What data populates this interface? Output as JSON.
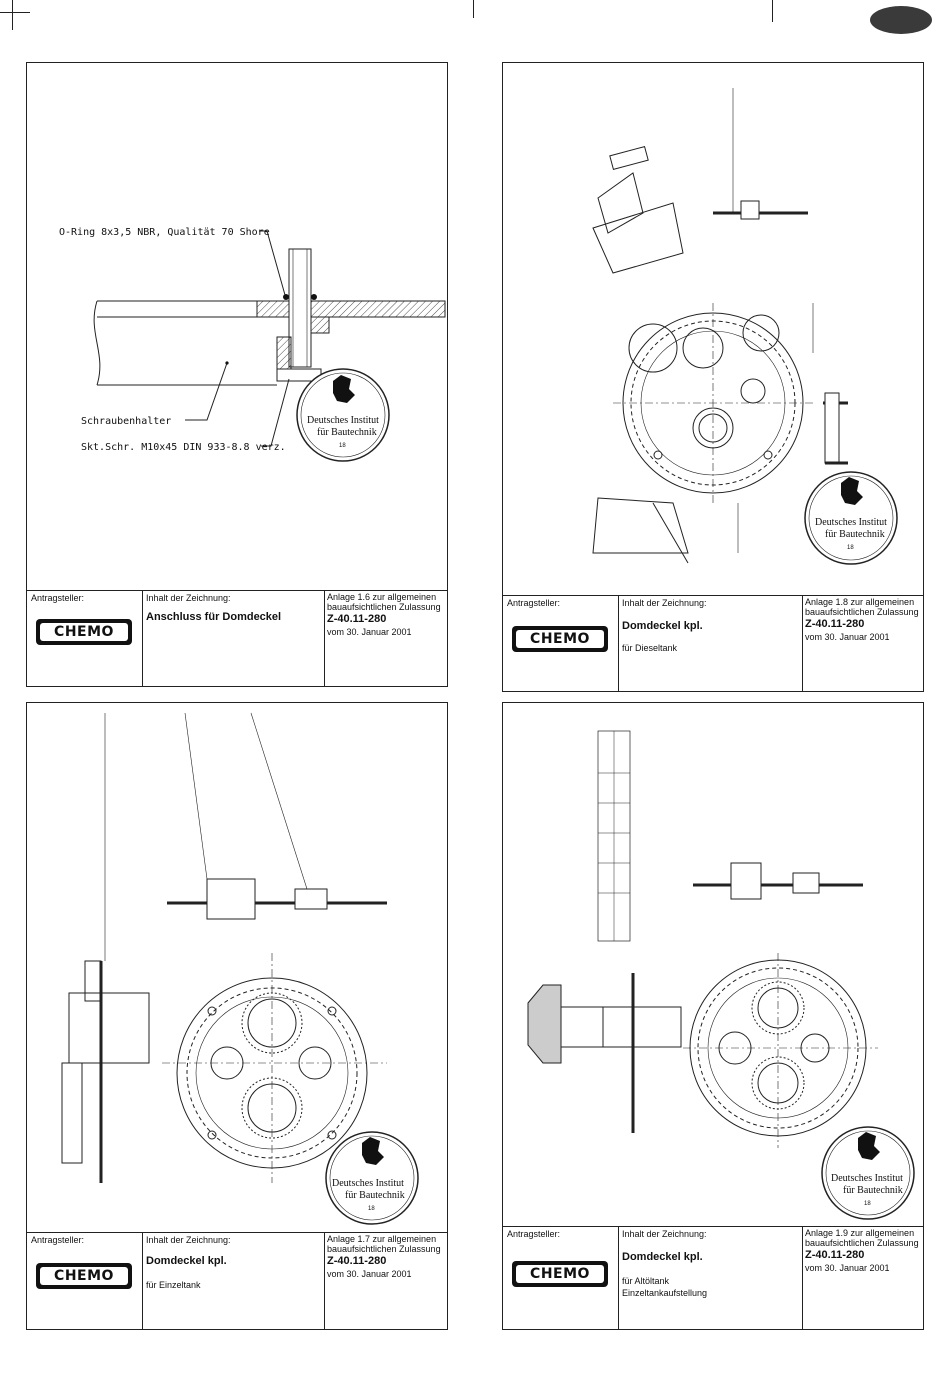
{
  "sheets": [
    {
      "applicant_label": "Antragsteller:",
      "logo": "CHEMO",
      "content_label": "Inhalt der Zeichnung:",
      "title": "Anschluss für Domdeckel",
      "subtitle": "",
      "subtitle2": "",
      "annex": "Anlage 1.6 zur allgemeinen",
      "annex2": "bauaufsichtlichen Zulassung",
      "approval": "Z-40.11-280",
      "date": "vom 30. Januar 2001",
      "callouts": {
        "oring": "O-Ring 8x3,5 NBR, Qualität 70 Shore",
        "holder": "Schraubenhalter",
        "screw": "Skt.Schr. M10x45 DIN 933-8.8 verz."
      }
    },
    {
      "applicant_label": "Antragsteller:",
      "logo": "CHEMO",
      "content_label": "Inhalt der Zeichnung:",
      "title": "Domdeckel kpl.",
      "subtitle": "für Dieseltank",
      "subtitle2": "",
      "annex": "Anlage 1.8 zur allgemeinen",
      "annex2": "bauaufsichtlichen Zulassung",
      "approval": "Z-40.11-280",
      "date": "vom 30. Januar 2001"
    },
    {
      "applicant_label": "Antragsteller:",
      "logo": "CHEMO",
      "content_label": "Inhalt der Zeichnung:",
      "title": "Domdeckel kpl.",
      "subtitle": "für Einzeltank",
      "subtitle2": "",
      "annex": "Anlage 1.7 zur allgemeinen",
      "annex2": "bauaufsichtlichen Zulassung",
      "approval": "Z-40.11-280",
      "date": "vom 30. Januar 2001"
    },
    {
      "applicant_label": "Antragsteller:",
      "logo": "CHEMO",
      "content_label": "Inhalt der Zeichnung:",
      "title": "Domdeckel kpl.",
      "subtitle": "für Altöltank",
      "subtitle2": "Einzeltankaufstellung",
      "annex": "Anlage 1.9 zur allgemeinen",
      "annex2": "bauaufsichtlichen Zulassung",
      "approval": "Z-40.11-280",
      "date": "vom 30. Januar 2001"
    }
  ],
  "stamp": {
    "line1": "Deutsches Institut",
    "line2": "für Bautechnik",
    "number": "18"
  }
}
